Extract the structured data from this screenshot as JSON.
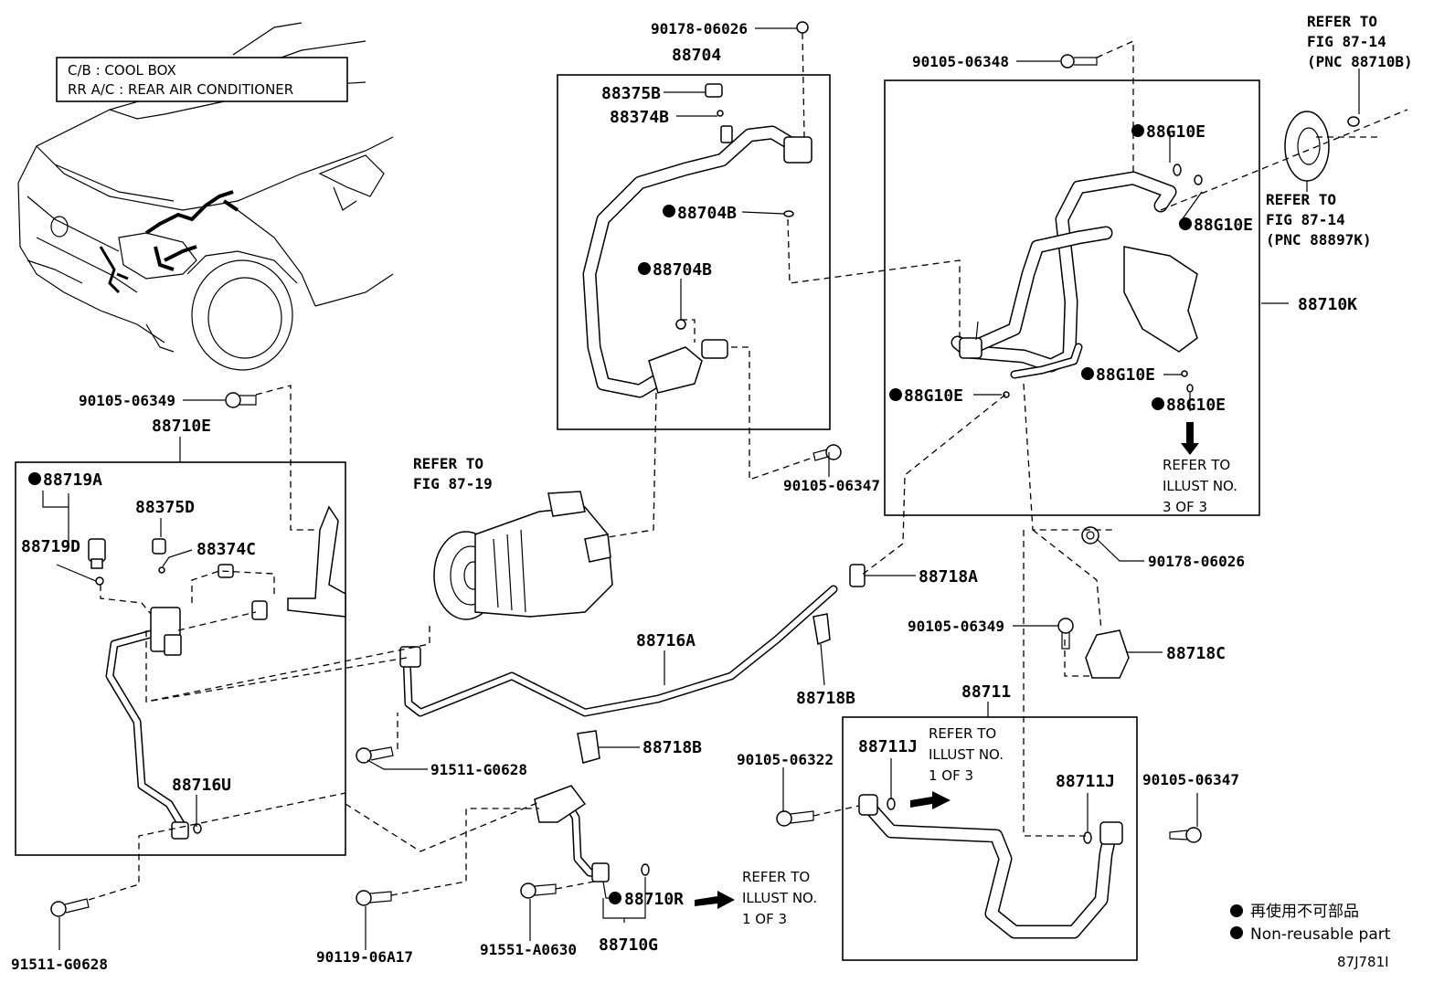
{
  "legend_box": {
    "line1": "C/B  :  COOL BOX",
    "line2": "RR A/C  :  REAR AIR CONDITIONER"
  },
  "parts": {
    "p_90178_06026_top": "90178-06026",
    "p_88704": "88704",
    "p_88375B": "88375B",
    "p_88374B": "88374B",
    "p_88704B_1": "88704B",
    "p_88704B_2": "88704B",
    "p_90105_06348": "90105-06348",
    "p_88G10E_1": "88G10E",
    "p_88G10E_2": "88G10E",
    "p_88G10E_3": "88G10E",
    "p_88G10E_4": "88G10E",
    "p_88G10E_5": "88G10E",
    "p_88710K": "88710K",
    "p_90105_06349_a": "90105-06349",
    "p_88710E": "88710E",
    "p_88719A": "88719A",
    "p_88375D": "88375D",
    "p_88719D": "88719D",
    "p_88374C": "88374C",
    "p_90105_06347_a": "90105-06347",
    "p_90178_06026_b": "90178-06026",
    "p_88718A": "88718A",
    "p_90105_06349_b": "90105-06349",
    "p_88718C": "88718C",
    "p_88716A": "88716A",
    "p_88718B_1": "88718B",
    "p_88718B_2": "88718B",
    "p_88711": "88711",
    "p_91511_G0628_a": "91511-G0628",
    "p_88716U": "88716U",
    "p_90105_06322": "90105-06322",
    "p_88711J_1": "88711J",
    "p_88711J_2": "88711J",
    "p_90105_06347_b": "90105-06347",
    "p_88710R": "88710R",
    "p_91511_G0628_b": "91511-G0628",
    "p_90119_06A17": "90119-06A17",
    "p_91551_A0630": "91551-A0630",
    "p_88710G": "88710G"
  },
  "refs": {
    "fig_87_14_a": [
      "REFER TO",
      "FIG 87-14",
      "(PNC 88710B)"
    ],
    "fig_87_14_b": [
      "REFER TO",
      "FIG 87-14",
      "(PNC 88897K)"
    ],
    "fig_87_19": [
      "REFER TO",
      "FIG 87-19"
    ],
    "illust_3of3": [
      "REFER TO",
      "ILLUST NO.",
      "3 OF 3"
    ],
    "illust_1of3_a": [
      "REFER TO",
      "ILLUST NO.",
      "1 OF 3"
    ],
    "illust_1of3_b": [
      "REFER TO",
      "ILLUST NO.",
      "1 OF 3"
    ]
  },
  "legend": {
    "japanese": "再使用不可部品",
    "english": "Non-reusable part"
  },
  "figure_id": "87J781I"
}
